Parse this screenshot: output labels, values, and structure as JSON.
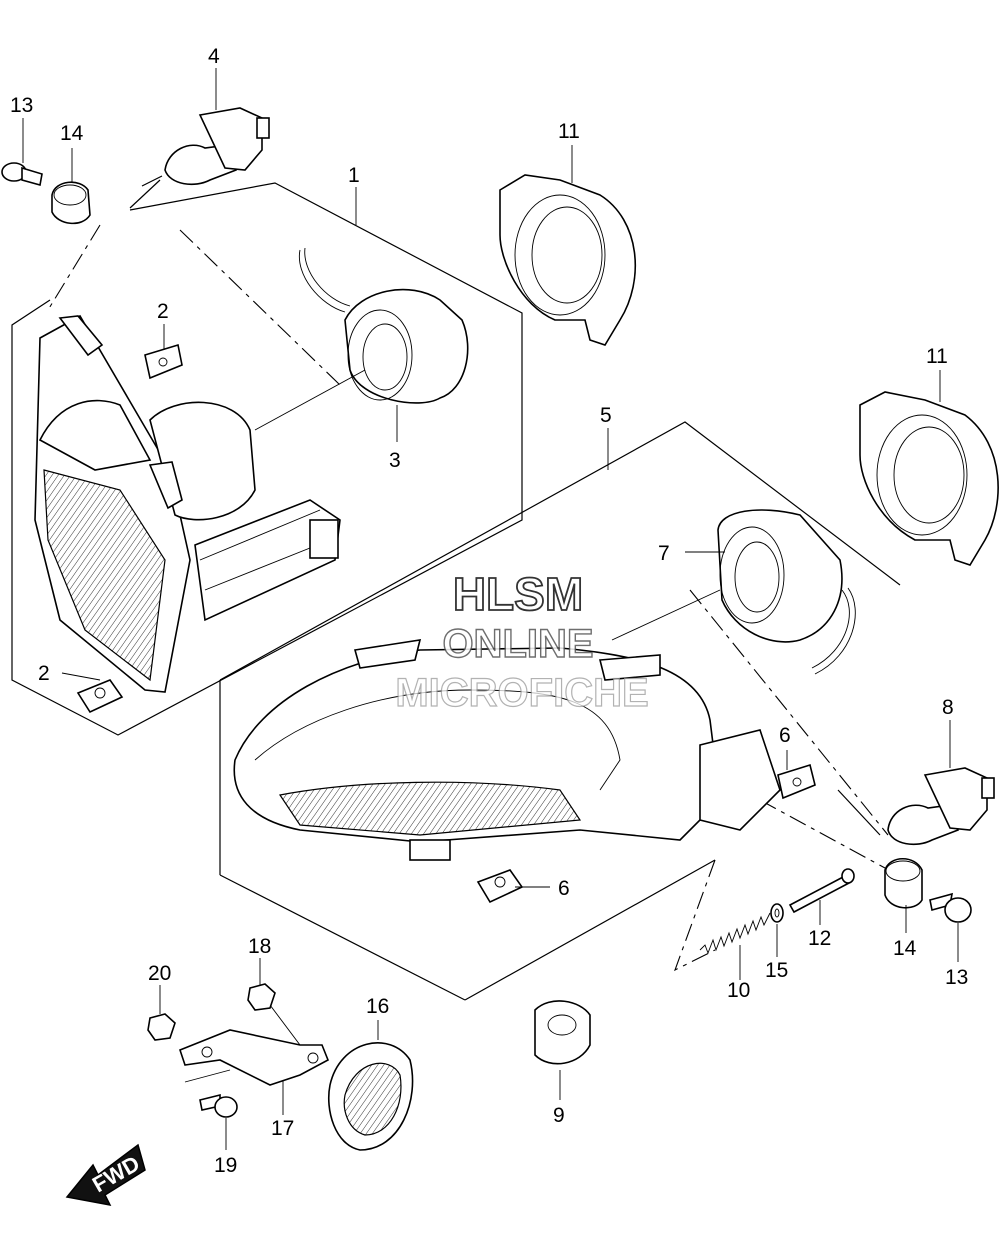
{
  "callouts": {
    "c1": "1",
    "c2a": "2",
    "c2b": "2",
    "c3": "3",
    "c4": "4",
    "c5": "5",
    "c6a": "6",
    "c6b": "6",
    "c7": "7",
    "c8": "8",
    "c9": "9",
    "c10": "10",
    "c11a": "11",
    "c11b": "11",
    "c12": "12",
    "c13a": "13",
    "c13b": "13",
    "c14a": "14",
    "c14b": "14",
    "c15": "15",
    "c16": "16",
    "c17": "17",
    "c18": "18",
    "c19": "19",
    "c20": "20"
  },
  "watermark": {
    "line1": "HLSM",
    "line2": "ONLINE",
    "line3": "MICROFICHE"
  },
  "direction_badge": "FWD"
}
